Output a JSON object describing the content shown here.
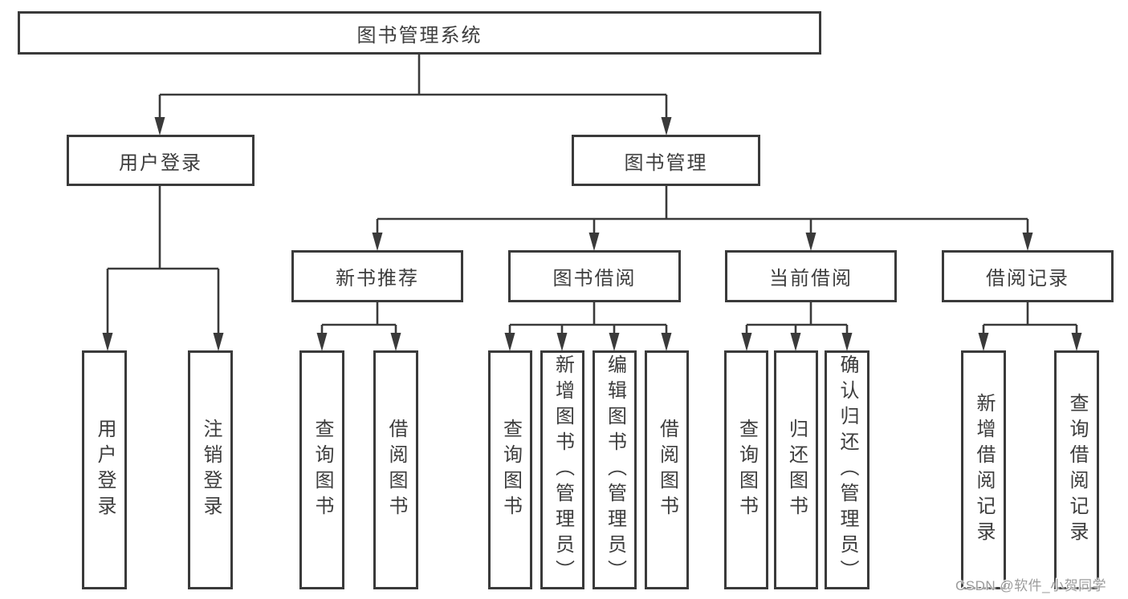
{
  "colors": {
    "line": "#3a3a3a",
    "border": "#3a3a3a",
    "text": "#3d3d3d",
    "background": "#ffffff",
    "watermark_text_color": "#9c9c9c"
  },
  "tree": {
    "root": {
      "label": "图书管理系统"
    },
    "level1": [
      {
        "label": "用户登录"
      },
      {
        "label": "图书管理"
      }
    ],
    "level2": [
      {
        "label": "新书推荐",
        "parent": "图书管理"
      },
      {
        "label": "图书借阅",
        "parent": "图书管理"
      },
      {
        "label": "当前借阅",
        "parent": "图书管理"
      },
      {
        "label": "借阅记录",
        "parent": "图书管理"
      }
    ],
    "leaves": [
      {
        "label": "用户登录",
        "parent": "用户登录"
      },
      {
        "label": "注销登录",
        "parent": "用户登录"
      },
      {
        "label": "查询图书",
        "parent": "新书推荐"
      },
      {
        "label": "借阅图书",
        "parent": "新书推荐"
      },
      {
        "label": "查询图书",
        "parent": "图书借阅"
      },
      {
        "label": "新增图书（管理员）",
        "parent": "图书借阅"
      },
      {
        "label": "编辑图书（管理员）",
        "parent": "图书借阅"
      },
      {
        "label": "借阅图书",
        "parent": "图书借阅"
      },
      {
        "label": "查询图书",
        "parent": "当前借阅"
      },
      {
        "label": "归还图书",
        "parent": "当前借阅"
      },
      {
        "label": "确认归还（管理员）",
        "parent": "当前借阅"
      },
      {
        "label": "新增借阅记录",
        "parent": "借阅记录"
      },
      {
        "label": "查询借阅记录",
        "parent": "借阅记录"
      }
    ]
  },
  "watermark": {
    "text": "CSDN @软件_小贺同学"
  }
}
